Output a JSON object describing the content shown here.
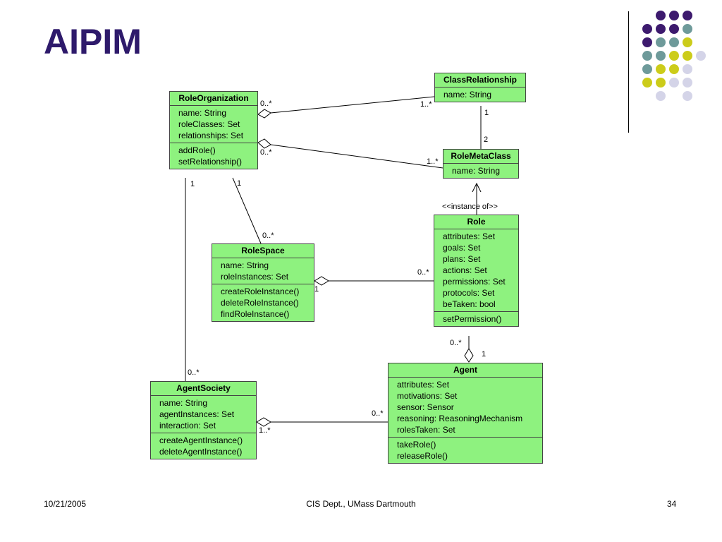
{
  "slide": {
    "title": "AIPIM",
    "footer": {
      "date": "10/21/2005",
      "center": "CIS Dept., UMass Dartmouth",
      "page": "34"
    },
    "dot_colors": {
      "purple": "#3d1a6e",
      "teal": "#6e9a9a",
      "yellow": "#cccc1a",
      "lavender": "#d4d4e8"
    }
  },
  "diagram": {
    "classes": {
      "roleorganization": {
        "name": "RoleOrganization",
        "attributes": [
          "name: String",
          "roleClasses: Set",
          "relationships: Set"
        ],
        "operations": [
          "addRole()",
          "setRelationship()"
        ]
      },
      "classrelationship": {
        "name": "ClassRelationship",
        "attributes": [
          "name: String"
        ],
        "operations": []
      },
      "rolemetaclass": {
        "name": "RoleMetaClass",
        "attributes": [
          "name: String"
        ],
        "operations": []
      },
      "role": {
        "name": "Role",
        "attributes": [
          "attributes: Set",
          "goals: Set",
          "plans: Set",
          "actions: Set",
          "permissions: Set",
          "protocols: Set",
          "beTaken: bool"
        ],
        "operations": [
          "setPermission()"
        ]
      },
      "rolespace": {
        "name": "RoleSpace",
        "attributes": [
          "name: String",
          "roleInstances: Set"
        ],
        "operations": [
          "createRoleInstance()",
          "deleteRoleInstance()",
          "findRoleInstance()"
        ]
      },
      "agentsociety": {
        "name": "AgentSociety",
        "attributes": [
          "name: String",
          "agentInstances: Set",
          "interaction: Set"
        ],
        "operations": [
          "createAgentInstance()",
          "deleteAgentInstance()"
        ]
      },
      "agent": {
        "name": "Agent",
        "attributes": [
          "attributes: Set",
          "motivations: Set",
          "sensor: Sensor",
          "reasoning: ReasoningMechanism",
          "rolesTaken: Set"
        ],
        "operations": [
          "takeRole()",
          "releaseRole()"
        ]
      }
    },
    "labels": {
      "m_ro_cr_src": "0..*",
      "m_ro_cr_dst": "1..*",
      "m_ro_rmc_src": "0..*",
      "m_ro_rmc_dst": "1..*",
      "m_cr_rmc_src": "1",
      "m_cr_rmc_dst": "2",
      "instance_of": "<<instance of>>",
      "m_ro_rs_src": "1",
      "m_ro_rs_dst": "0..*",
      "m_ro_as_src": "1",
      "m_ro_as_dst": "0..*",
      "m_rs_role_src": "1",
      "m_rs_role_dst": "0..*",
      "m_role_agent_src": "0..*",
      "m_role_agent_dst": "1",
      "m_as_agent_src": "1..*",
      "m_as_agent_dst": "0..*"
    }
  }
}
